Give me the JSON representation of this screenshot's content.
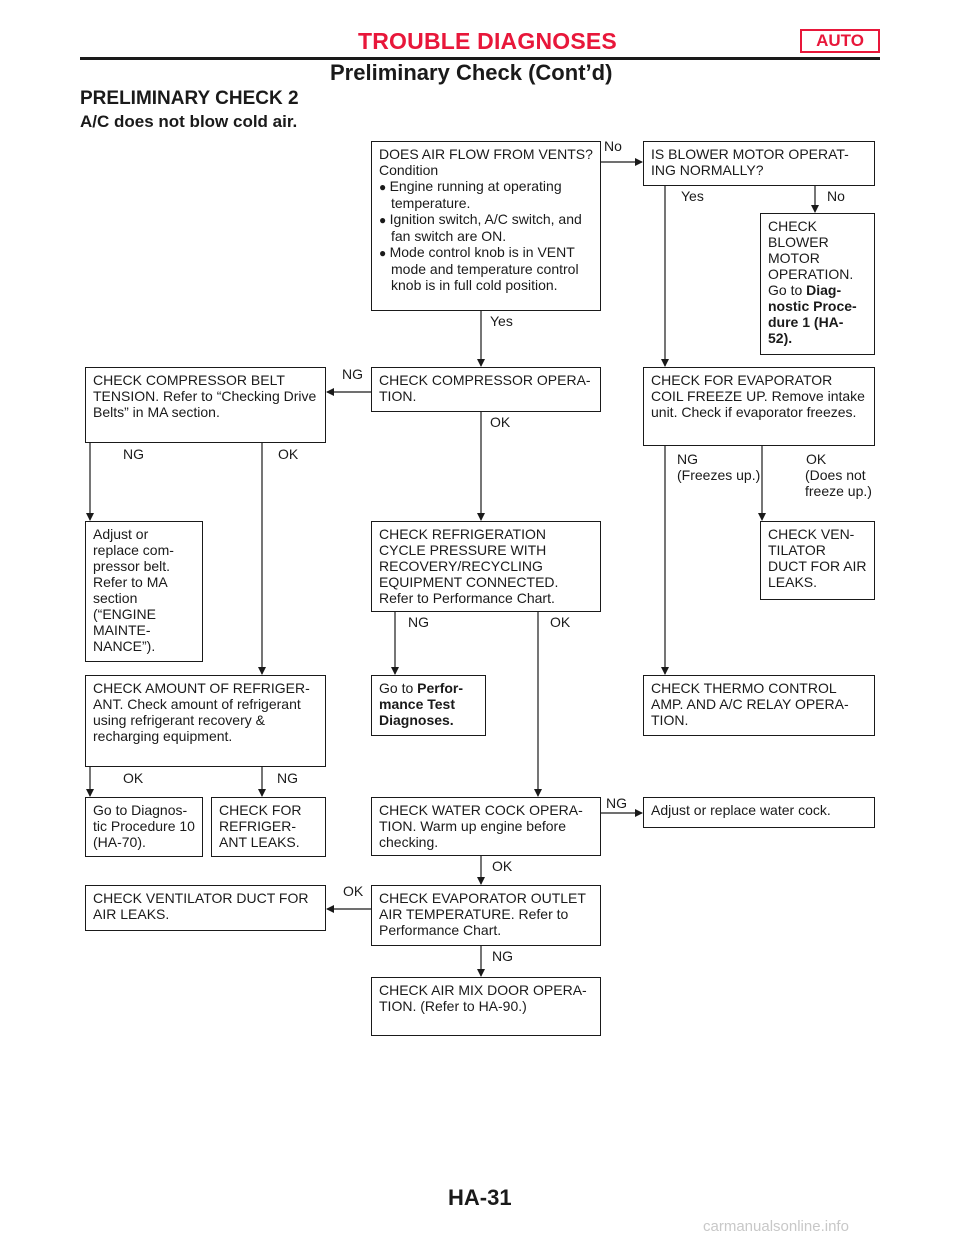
{
  "header": {
    "title": "TROUBLE DIAGNOSES",
    "badge": "AUTO",
    "subtitle": "Preliminary Check (Cont’d)"
  },
  "section": {
    "title": "PRELIMINARY CHECK 2",
    "subtitle": "A/C does not blow cold air."
  },
  "boxes": {
    "airflow": {
      "title": "DOES AIR FLOW FROM VENTS?",
      "condition_label": "Condition",
      "bullets": [
        "Engine running at operating temperature.",
        "Ignition switch, A/C switch, and fan switch are ON.",
        "Mode control knob is in VENT mode and temperature control knob is in full cold position."
      ]
    },
    "blower": {
      "text": "IS BLOWER MOTOR OPERAT- ING NORMALLY?"
    },
    "blower_check": {
      "text": "CHECK BLOWER MOTOR OPERATION. Go to ",
      "link": "Diag- nostic Proce- dure 1 (HA-52)."
    },
    "belt": {
      "text": "CHECK COMPRESSOR BELT TENSION. Refer to “Checking Drive Belts” in MA section."
    },
    "compressor": {
      "text": "CHECK COMPRESSOR OPERA- TION."
    },
    "evap_freeze": {
      "text": "CHECK FOR EVAPORATOR COIL FREEZE UP. Remove intake unit. Check if evaporator freezes."
    },
    "adjust_belt": {
      "text": "Adjust or replace com- pressor belt. Refer to MA section (“ENGINE MAINTE- NANCE”)."
    },
    "refrig_pressure": {
      "text": "CHECK REFRIGERATION CYCLE PRESSURE WITH RECOVERY/RECYCLING EQUIPMENT CONNECTED. Refer to Performance Chart."
    },
    "vent_duct_right": {
      "text": "CHECK VEN- TILATOR DUCT FOR AIR LEAKS."
    },
    "refrig_amount": {
      "text": "CHECK AMOUNT OF REFRIGER- ANT. Check amount of refrigerant using refrigerant recovery & recharging equipment."
    },
    "perf_test": {
      "text": "Go to ",
      "link": "Perfor- mance Test Diagnoses."
    },
    "thermo": {
      "text": "CHECK THERMO CONTROL AMP. AND A/C RELAY OPERA- TION."
    },
    "diag10": {
      "text": "Go to Diagnos- tic Procedure 10 (HA-70)."
    },
    "refrig_leaks": {
      "text": "CHECK FOR REFRIGER- ANT LEAKS."
    },
    "water_cock": {
      "text": "CHECK WATER COCK OPERA- TION. Warm up engine before checking."
    },
    "adjust_water": {
      "text": "Adjust or replace water cock."
    },
    "vent_duct_left": {
      "text": "CHECK VENTILATOR DUCT FOR AIR LEAKS."
    },
    "evap_outlet": {
      "text": "CHECK EVAPORATOR OUTLET AIR TEMPERATURE. Refer to Performance Chart."
    },
    "air_mix": {
      "text": "CHECK AIR MIX DOOR OPERA- TION. (Refer to HA-90.)"
    }
  },
  "labels": {
    "no": "No",
    "yes": "Yes",
    "ng": "NG",
    "ok": "OK",
    "freezes": "(Freezes up.)",
    "not_freeze": "(Does not freeze up.)"
  },
  "footer": {
    "page": "HA-31",
    "watermark": "carmanualsonline.info"
  }
}
